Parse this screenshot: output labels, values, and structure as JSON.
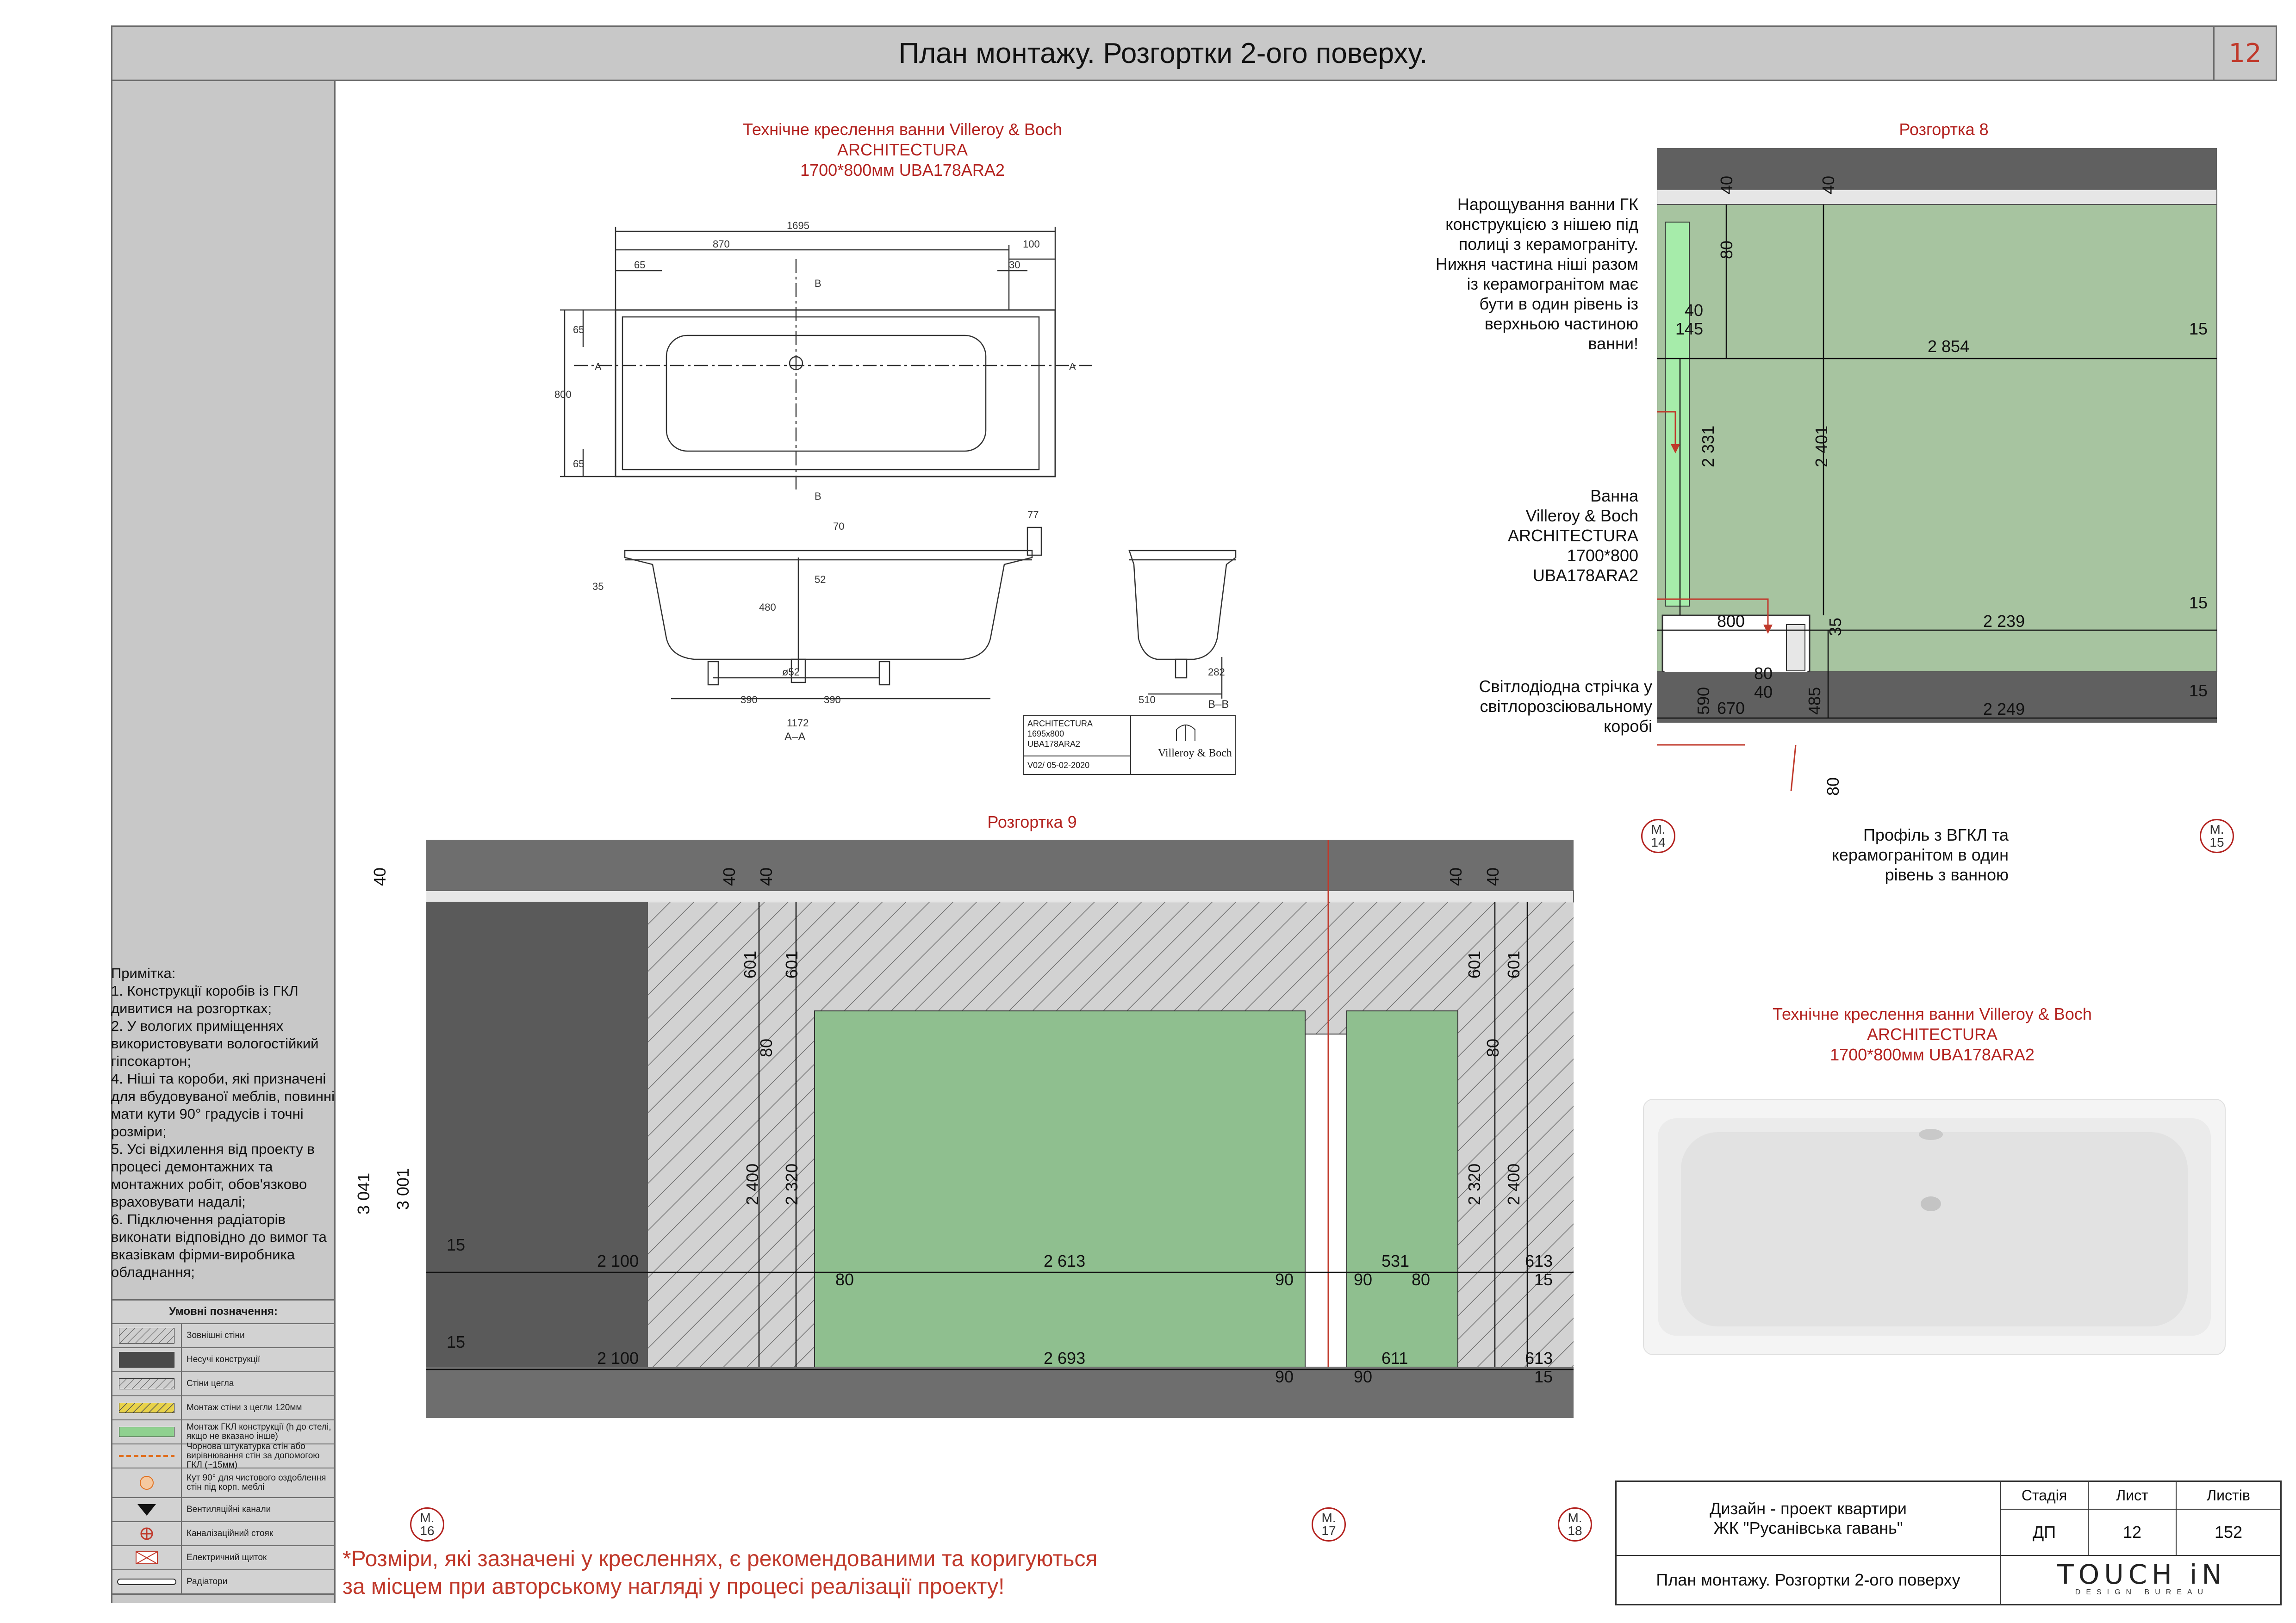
{
  "header": {
    "title": "План монтажу. Розгортки 2-ого поверху.",
    "sheet_number": "12"
  },
  "notes": {
    "title": "Примітка:",
    "items": [
      "1. Конструкції коробів із ГКЛ дивитися на розгортках;",
      "2. У вологих приміщеннях використовувати вологостійкий гіпсокартон;",
      "4. Ніші та короби, які призначені для вбудовуваної меблів, повинні мати кути 90° градусів і точні розміри;",
      "5. Усі відхилення від проекту в процесі демонтажних та монтажних робіт, обов'язково враховувати надалі;",
      "6. Підключення радіаторів виконати відповідно до вимог та вказівкам фірми-виробника обладнання;"
    ]
  },
  "legend": {
    "title": "Умовні позначення:",
    "items": [
      "Зовнішні стіни",
      "Несучі конструкції",
      "Стіни цегла",
      "Монтаж стіни з цегли 120мм",
      "Монтаж ГКЛ конструкції (h до стелі, якщо не вказано інше)",
      "Чорнова штукатурка стін або вирівнювання стін за допомогою ГКЛ (~15мм)",
      "Кут 90° для чистового оздоблення стін під корп. меблі",
      "Вентиляційні канали",
      "Каналізаційний стояк",
      "Електричний щиток",
      "Радіатори"
    ]
  },
  "tech_drawing": {
    "title_line1": "Технічне креслення ванни Villeroy & Boch",
    "title_line2": "ARCHITECTURA",
    "title_line3": "1700*800мм UBA178ARA2",
    "dims": [
      "1695",
      "870",
      "100",
      "65",
      "30",
      "800",
      "65",
      "65",
      "70",
      "77",
      "35",
      "480",
      "52",
      "390",
      "390",
      "ø52",
      "1172",
      "A–A",
      "510",
      "282",
      "B–B",
      "A",
      "A",
      "B",
      "B"
    ],
    "plate": {
      "line1": "ARCHITECTURA",
      "line2": "1695x800",
      "line3": "UBA178ARA2",
      "line4": "V02/ 05-02-2020",
      "brand": "Villeroy & Boch"
    }
  },
  "elevation8": {
    "title": "Розгортка 8",
    "callout1": "Нарощування ванни ГК конструкцією з нішею під полиці з керамограніту. Нижня частина ніші разом із керамогранітом має бути в один рівень із верхньою частиною ванни!",
    "callout2_line1": "Ванна",
    "callout2_line2": "Villeroy & Boch",
    "callout2_line3": "ARCHITECTURA",
    "callout2_line4": "1700*800",
    "callout2_line5": "UBA178ARA2",
    "callout3": "Світлодіодна стрічка у світлорозсіювальному коробі",
    "callout4": "Профіль з ВГКЛ та керамогранітом в один рівень з ванною",
    "dims": {
      "d40a": "40",
      "d40b": "40",
      "d80": "80",
      "d40c": "40",
      "d145": "145",
      "d2854": "2 854",
      "d15a": "15",
      "d2331": "2 331",
      "d2401": "2 401",
      "d800": "800",
      "d35": "35",
      "d2239": "2 239",
      "d15b": "15",
      "d80b": "80",
      "d40d": "40",
      "d590": "590",
      "d670": "670",
      "d485": "485",
      "d2249": "2 249",
      "d15c": "15",
      "d80c": "80"
    },
    "marker_left": {
      "a": "М.",
      "b": "14"
    },
    "marker_right": {
      "a": "М.",
      "b": "15"
    }
  },
  "elevation9": {
    "title": "Розгортка 9",
    "dims": {
      "d40a": "40",
      "d3041": "3 041",
      "d3001": "3 001",
      "d40b": "40",
      "d40c": "40",
      "d601a": "601",
      "d601b": "601",
      "d80a": "80",
      "d2400a": "2 400",
      "d2320a": "2 320",
      "d15a": "15",
      "d2100a": "2 100",
      "d2613": "2 613",
      "d80b": "80",
      "d90a": "90",
      "d531": "531",
      "d90b": "90",
      "d80c": "80",
      "d613a": "613",
      "d15b": "15",
      "d15c": "15",
      "d2100b": "2 100",
      "d2693": "2 693",
      "d90c": "90",
      "d90d": "90",
      "d611": "611",
      "d613b": "613",
      "d15d": "15",
      "d40d": "40",
      "d40e": "40",
      "d601c": "601",
      "d601d": "601",
      "d80d": "80",
      "d2320b": "2 320",
      "d2400b": "2 400"
    },
    "markers": [
      {
        "a": "М.",
        "b": "16"
      },
      {
        "a": "М.",
        "b": "17"
      },
      {
        "a": "М.",
        "b": "18"
      }
    ]
  },
  "photo_block": {
    "title_line1": "Технічне креслення ванни Villeroy & Boch",
    "title_line2": "ARCHITECTURA",
    "title_line3": "1700*800мм UBA178ARA2"
  },
  "footnote": {
    "line1": "*Розміри, які зазначені у кресленнях, є рекомендованими та коригуються",
    "line2": "за місцем при авторському нагляді у процесі реалізації проекту!"
  },
  "stamp": {
    "project_line1": "Дизайн - проект квартири",
    "project_line2": "ЖК \"Русанівська гавань\"",
    "stage_label": "Стадія",
    "sheet_label": "Лист",
    "sheets_label": "Листів",
    "stage": "ДП",
    "sheet": "12",
    "sheets": "152",
    "drawing_title": "План монтажу. Розгортки 2-ого поверху",
    "logo": "TOUCH iN",
    "logo_sub": "DESIGN BUREAU"
  },
  "colors": {
    "accent_red": "#b3221f",
    "gkl_green": "#8fbf8f",
    "wall_dark": "#5a5a5a",
    "panel_gray": "#c8c8c8"
  }
}
